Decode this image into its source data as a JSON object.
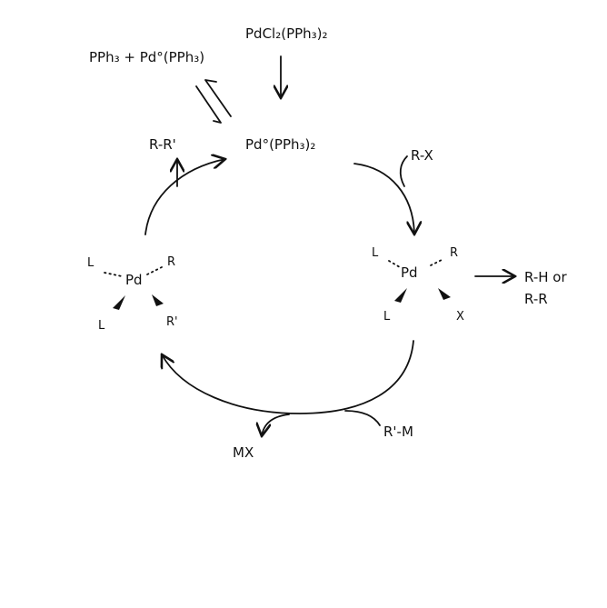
{
  "diagram": {
    "precatalyst": "PdCl₂(PPh₃)₂",
    "equilibrium_species": "PPh₃ + Pd°(PPh₃)",
    "catalyst": "Pd°(PPh₃)₂",
    "reductive_elimination_product": "R-R'",
    "oxidative_addition_reagent": "R-X",
    "transmetalation_reagent": "R'-M",
    "transmetalation_byproduct": "MX",
    "side_products": [
      "R-H or",
      "R-R"
    ],
    "right_complex": {
      "metal": "Pd",
      "ligands": [
        "L",
        "R",
        "L",
        "X"
      ]
    },
    "left_complex": {
      "metal": "Pd",
      "ligands": [
        "L",
        "R",
        "L",
        "R'"
      ]
    }
  }
}
